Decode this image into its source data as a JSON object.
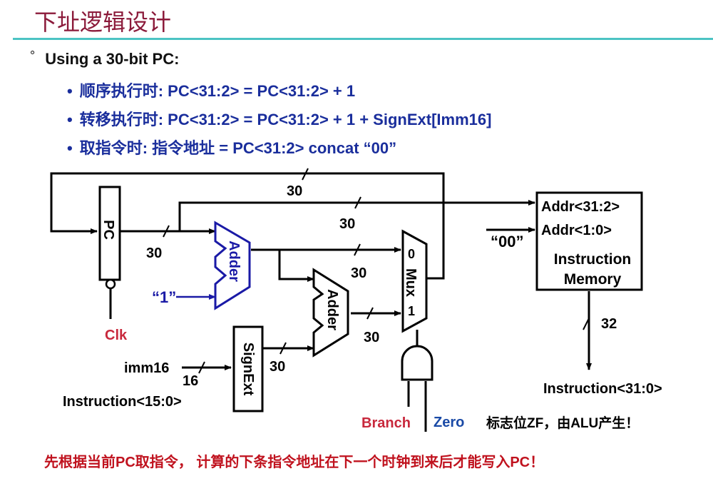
{
  "slide": {
    "title": "下址逻辑设计",
    "main_bullet_marker": "°",
    "main_bullet": "Using a 30-bit PC:",
    "sub_bullet_marker": "•",
    "sub_bullets": [
      {
        "label": "顺序执行时:",
        "formula": "PC<31:2> = PC<31:2> + 1"
      },
      {
        "label": "转移执行时:",
        "formula": "PC<31:2> = PC<31:2> + 1 + SignExt[Imm16]"
      },
      {
        "label": "取指令时:",
        "formula": "指令地址 = PC<31:2> concat “00”"
      }
    ],
    "footer_note": "先根据当前PC取指令，  计算的下条指令地址在下一个时钟到来后才能写入PC！"
  },
  "diagram": {
    "pc_label": "PC",
    "clk_label": "Clk",
    "adder1_label": "Adder",
    "adder2_label": "Adder",
    "const_one_label": "“1”",
    "signext_label": "SignExt",
    "imm16_label": "imm16",
    "imm16_width": "16",
    "instr_15_0_label": "Instruction<15:0>",
    "mux_label": "Mux",
    "mux_in0": "0",
    "mux_in1": "1",
    "branch_label": "Branch",
    "zero_label": "Zero",
    "zf_note": "标志位ZF，由ALU产生！",
    "imem_addr_hi": "Addr<31:2>",
    "imem_addr_lo": "Addr<1:0>",
    "imem_title_1": "Instruction",
    "imem_title_2": "Memory",
    "const_00_label": "“00”",
    "imem_out_width": "32",
    "instr_31_0_label": "Instruction<31:0>",
    "bus_widths": {
      "feedback": "30",
      "pc_to_imem": "30",
      "pc_out": "30",
      "adder1_out": "30",
      "adder2_out": "30",
      "signext_out": "30"
    },
    "colors": {
      "wire": "#000000",
      "adder1": "#1a1aa6",
      "clk": "#c8283c",
      "branch": "#c8283c",
      "zero": "#1a4aa6"
    }
  }
}
